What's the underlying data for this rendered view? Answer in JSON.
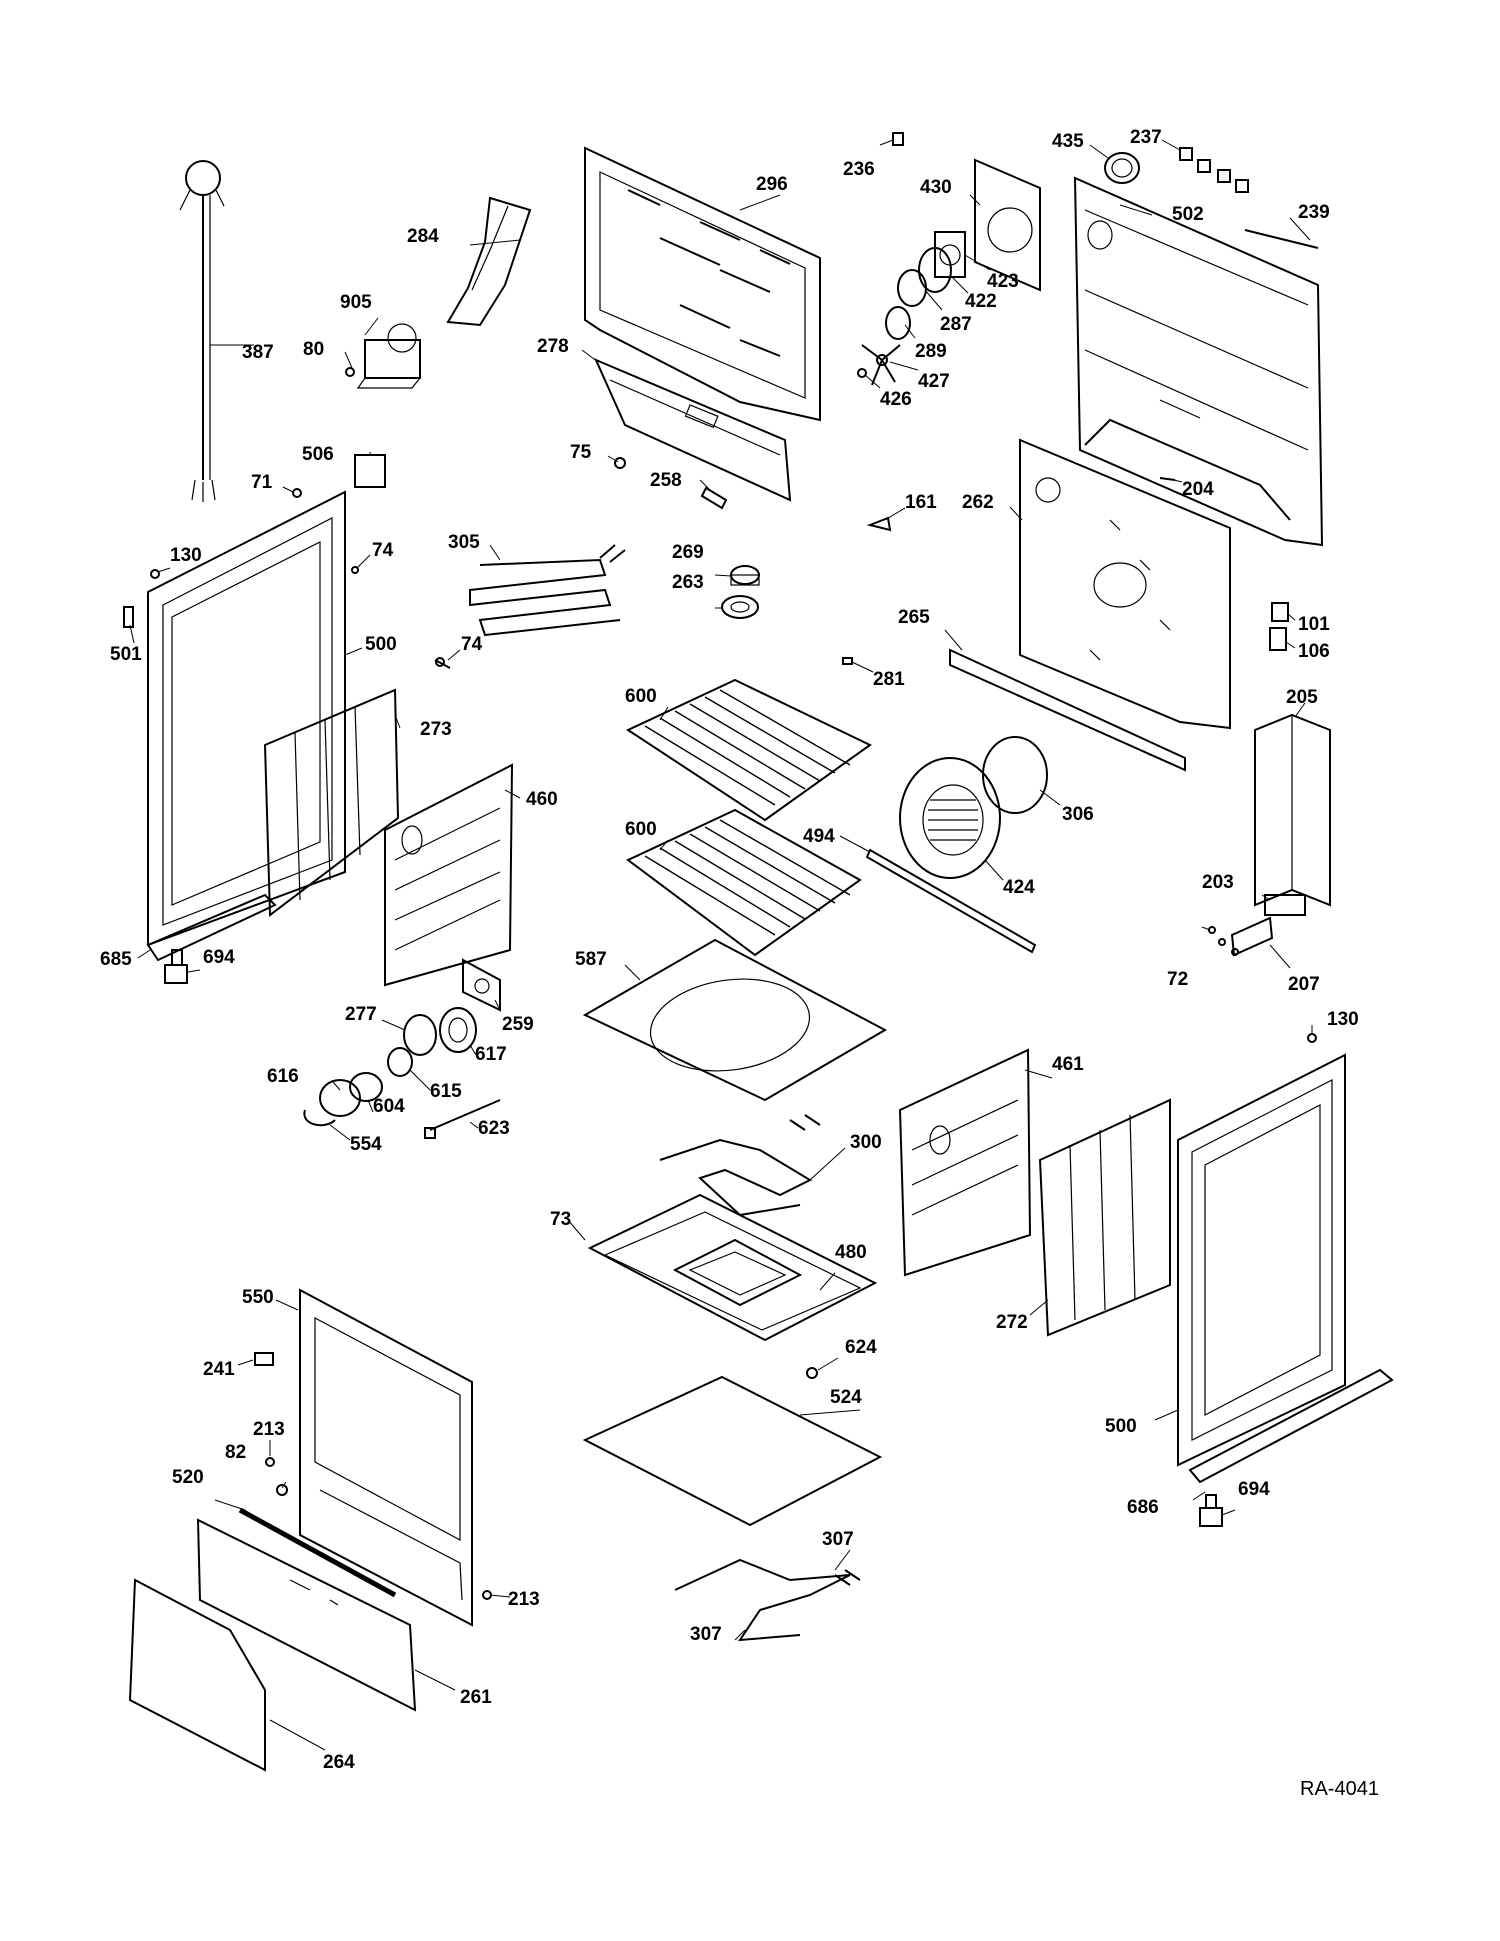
{
  "diagram": {
    "reference_code": "RA-4041",
    "part_labels": {
      "p387": "387",
      "p284": "284",
      "p905": "905",
      "p80": "80",
      "p296": "296",
      "p278": "278",
      "p236": "236",
      "p430": "430",
      "p423": "423",
      "p422": "422",
      "p287": "287",
      "p289": "289",
      "p427": "427",
      "p426": "426",
      "p435": "435",
      "p237": "237",
      "p502": "502",
      "p239": "239",
      "p506": "506",
      "p71": "71",
      "p130a": "130",
      "p74a": "74",
      "p501": "501",
      "p500a": "500",
      "p74b": "74",
      "p75": "75",
      "p258": "258",
      "p305": "305",
      "p269": "269",
      "p263": "263",
      "p161": "161",
      "p262": "262",
      "p204": "204",
      "p101": "101",
      "p106": "106",
      "p265": "265",
      "p281": "281",
      "p273": "273",
      "p600a": "600",
      "p205": "205",
      "p460": "460",
      "p306": "306",
      "p600b": "600",
      "p494": "494",
      "p424": "424",
      "p203": "203",
      "p685": "685",
      "p694a": "694",
      "p72": "72",
      "p207": "207",
      "p587": "587",
      "p259": "259",
      "p277": "277",
      "p617": "617",
      "p130b": "130",
      "p616": "616",
      "p615": "615",
      "p604": "604",
      "p461": "461",
      "p623": "623",
      "p554": "554",
      "p300": "300",
      "p73": "73",
      "p480": "480",
      "p550": "550",
      "p272": "272",
      "p624": "624",
      "p241": "241",
      "p524": "524",
      "p213a": "213",
      "p500b": "500",
      "p82": "82",
      "p520": "520",
      "p686": "686",
      "p694b": "694",
      "p307a": "307",
      "p213b": "213",
      "p307b": "307",
      "p261": "261",
      "p264": "264"
    }
  }
}
